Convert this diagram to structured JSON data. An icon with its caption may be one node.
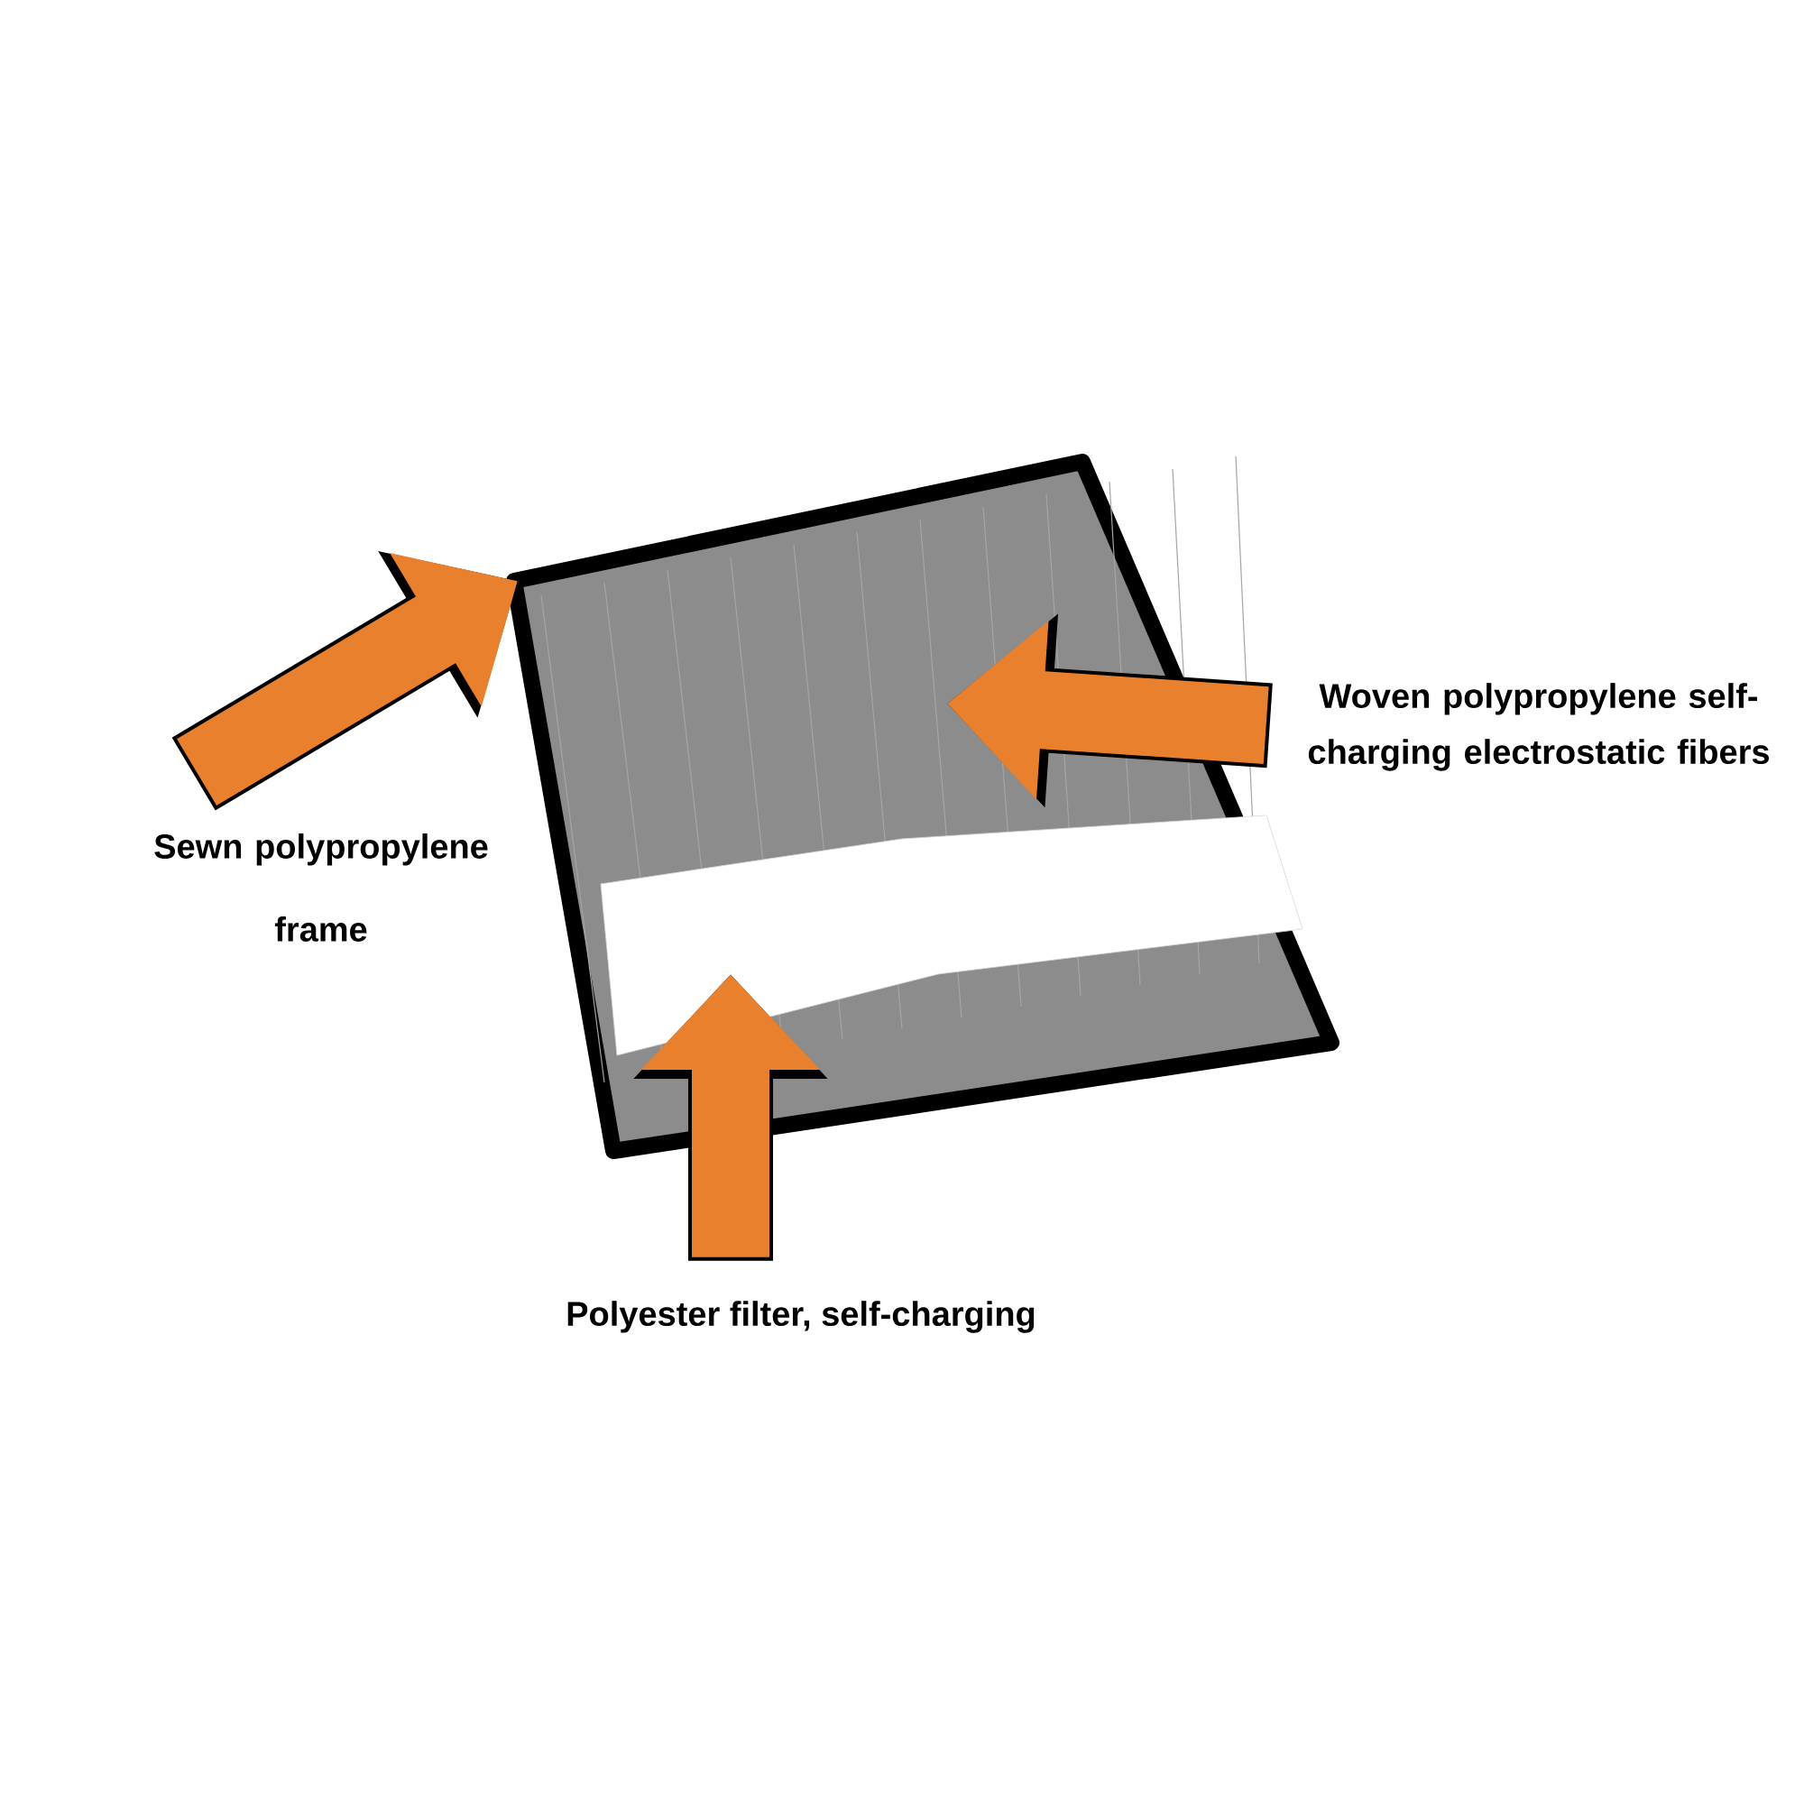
{
  "diagram": {
    "nodes": [
      {
        "text": [
          "Sewn polypropylene frame"
        ]
      },
      {
        "text": [
          "Woven polypropylene self-charging electrostatic fibers"
        ]
      },
      {
        "text": [
          "Polyester filter, self-charging"
        ]
      }
    ],
    "edges": [
      {
        "from": 0,
        "to": null,
        "arrow": "to"
      },
      {
        "from": 1,
        "to": null,
        "arrow": "to"
      },
      {
        "from": 2,
        "to": null,
        "arrow": "to"
      }
    ]
  }
}
